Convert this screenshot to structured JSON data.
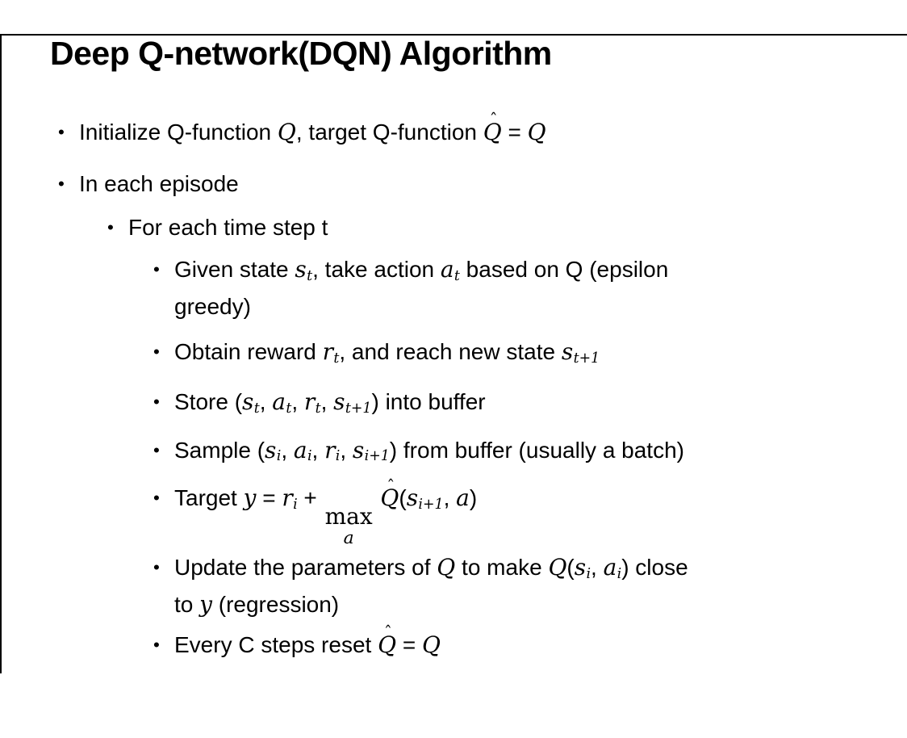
{
  "slide": {
    "title": "Deep Q-network(DQN) Algorithm",
    "bullets": [
      {
        "level": 1,
        "segments": [
          {
            "t": "t",
            "v": "Initialize Q-function "
          },
          {
            "t": "m",
            "v": "Q"
          },
          {
            "t": "t",
            "v": ", target Q-function "
          },
          {
            "t": "hat",
            "v": "Q"
          },
          {
            "t": "t",
            "v": " = "
          },
          {
            "t": "m",
            "v": "Q"
          }
        ]
      },
      {
        "level": 1,
        "segments": [
          {
            "t": "t",
            "v": "In each episode"
          }
        ]
      },
      {
        "level": 2,
        "segments": [
          {
            "t": "t",
            "v": "For each time step t"
          }
        ]
      },
      {
        "level": 3,
        "segments": [
          {
            "t": "t",
            "v": "Given state "
          },
          {
            "t": "m",
            "v": "s"
          },
          {
            "t": "sub",
            "v": "t"
          },
          {
            "t": "t",
            "v": ", take action "
          },
          {
            "t": "m",
            "v": "a"
          },
          {
            "t": "sub",
            "v": "t"
          },
          {
            "t": "t",
            "v": " based on Q (epsilon"
          },
          {
            "t": "br"
          },
          {
            "t": "t",
            "v": "greedy)"
          }
        ]
      },
      {
        "level": 3,
        "segments": [
          {
            "t": "t",
            "v": "Obtain reward "
          },
          {
            "t": "m",
            "v": "r"
          },
          {
            "t": "sub",
            "v": "t"
          },
          {
            "t": "t",
            "v": ", and reach new state "
          },
          {
            "t": "m",
            "v": "s"
          },
          {
            "t": "sub",
            "v": "t+1"
          }
        ]
      },
      {
        "level": 3,
        "segments": [
          {
            "t": "t",
            "v": "Store ("
          },
          {
            "t": "m",
            "v": "s"
          },
          {
            "t": "sub",
            "v": "t"
          },
          {
            "t": "t",
            "v": ", "
          },
          {
            "t": "m",
            "v": "a"
          },
          {
            "t": "sub",
            "v": "t"
          },
          {
            "t": "t",
            "v": ", "
          },
          {
            "t": "m",
            "v": "r"
          },
          {
            "t": "sub",
            "v": "t"
          },
          {
            "t": "t",
            "v": ", "
          },
          {
            "t": "m",
            "v": "s"
          },
          {
            "t": "sub",
            "v": "t+1"
          },
          {
            "t": "t",
            "v": ") into buffer"
          }
        ]
      },
      {
        "level": 3,
        "segments": [
          {
            "t": "t",
            "v": "Sample ("
          },
          {
            "t": "m",
            "v": "s"
          },
          {
            "t": "sub",
            "v": "i"
          },
          {
            "t": "t",
            "v": ", "
          },
          {
            "t": "m",
            "v": "a"
          },
          {
            "t": "sub",
            "v": "i"
          },
          {
            "t": "t",
            "v": ", "
          },
          {
            "t": "m",
            "v": "r"
          },
          {
            "t": "sub",
            "v": "i"
          },
          {
            "t": "t",
            "v": ", "
          },
          {
            "t": "m",
            "v": "s"
          },
          {
            "t": "sub",
            "v": "i+1"
          },
          {
            "t": "t",
            "v": ") from buffer (usually a batch)"
          }
        ]
      },
      {
        "level": 3,
        "segments": [
          {
            "t": "t",
            "v": "Target "
          },
          {
            "t": "m",
            "v": "y"
          },
          {
            "t": "t",
            "v": " = "
          },
          {
            "t": "m",
            "v": "r"
          },
          {
            "t": "sub",
            "v": "i"
          },
          {
            "t": "t",
            "v": " + "
          },
          {
            "t": "max",
            "v": "a"
          },
          {
            "t": "t",
            "v": " "
          },
          {
            "t": "hat",
            "v": "Q"
          },
          {
            "t": "t",
            "v": "("
          },
          {
            "t": "m",
            "v": "s"
          },
          {
            "t": "sub",
            "v": "i+1"
          },
          {
            "t": "t",
            "v": ", "
          },
          {
            "t": "m",
            "v": "a"
          },
          {
            "t": "t",
            "v": ")"
          }
        ]
      },
      {
        "level": 3,
        "segments": [
          {
            "t": "t",
            "v": "Update the parameters of "
          },
          {
            "t": "m",
            "v": "Q"
          },
          {
            "t": "t",
            "v": " to make "
          },
          {
            "t": "m",
            "v": "Q"
          },
          {
            "t": "t",
            "v": "("
          },
          {
            "t": "m",
            "v": "s"
          },
          {
            "t": "sub",
            "v": "i"
          },
          {
            "t": "t",
            "v": ", "
          },
          {
            "t": "m",
            "v": "a"
          },
          {
            "t": "sub",
            "v": "i"
          },
          {
            "t": "t",
            "v": ") close"
          },
          {
            "t": "br"
          },
          {
            "t": "t",
            "v": "to "
          },
          {
            "t": "m",
            "v": "y"
          },
          {
            "t": "t",
            "v": " (regression)"
          }
        ]
      },
      {
        "level": 3,
        "segments": [
          {
            "t": "t",
            "v": "Every C steps reset "
          },
          {
            "t": "hat",
            "v": "Q"
          },
          {
            "t": "t",
            "v": " = "
          },
          {
            "t": "m",
            "v": "Q"
          }
        ]
      }
    ],
    "bullet_marker": "•",
    "max_label": "max",
    "hat_glyph": "ˆ",
    "text_color": "#000000",
    "background_color": "#ffffff"
  }
}
